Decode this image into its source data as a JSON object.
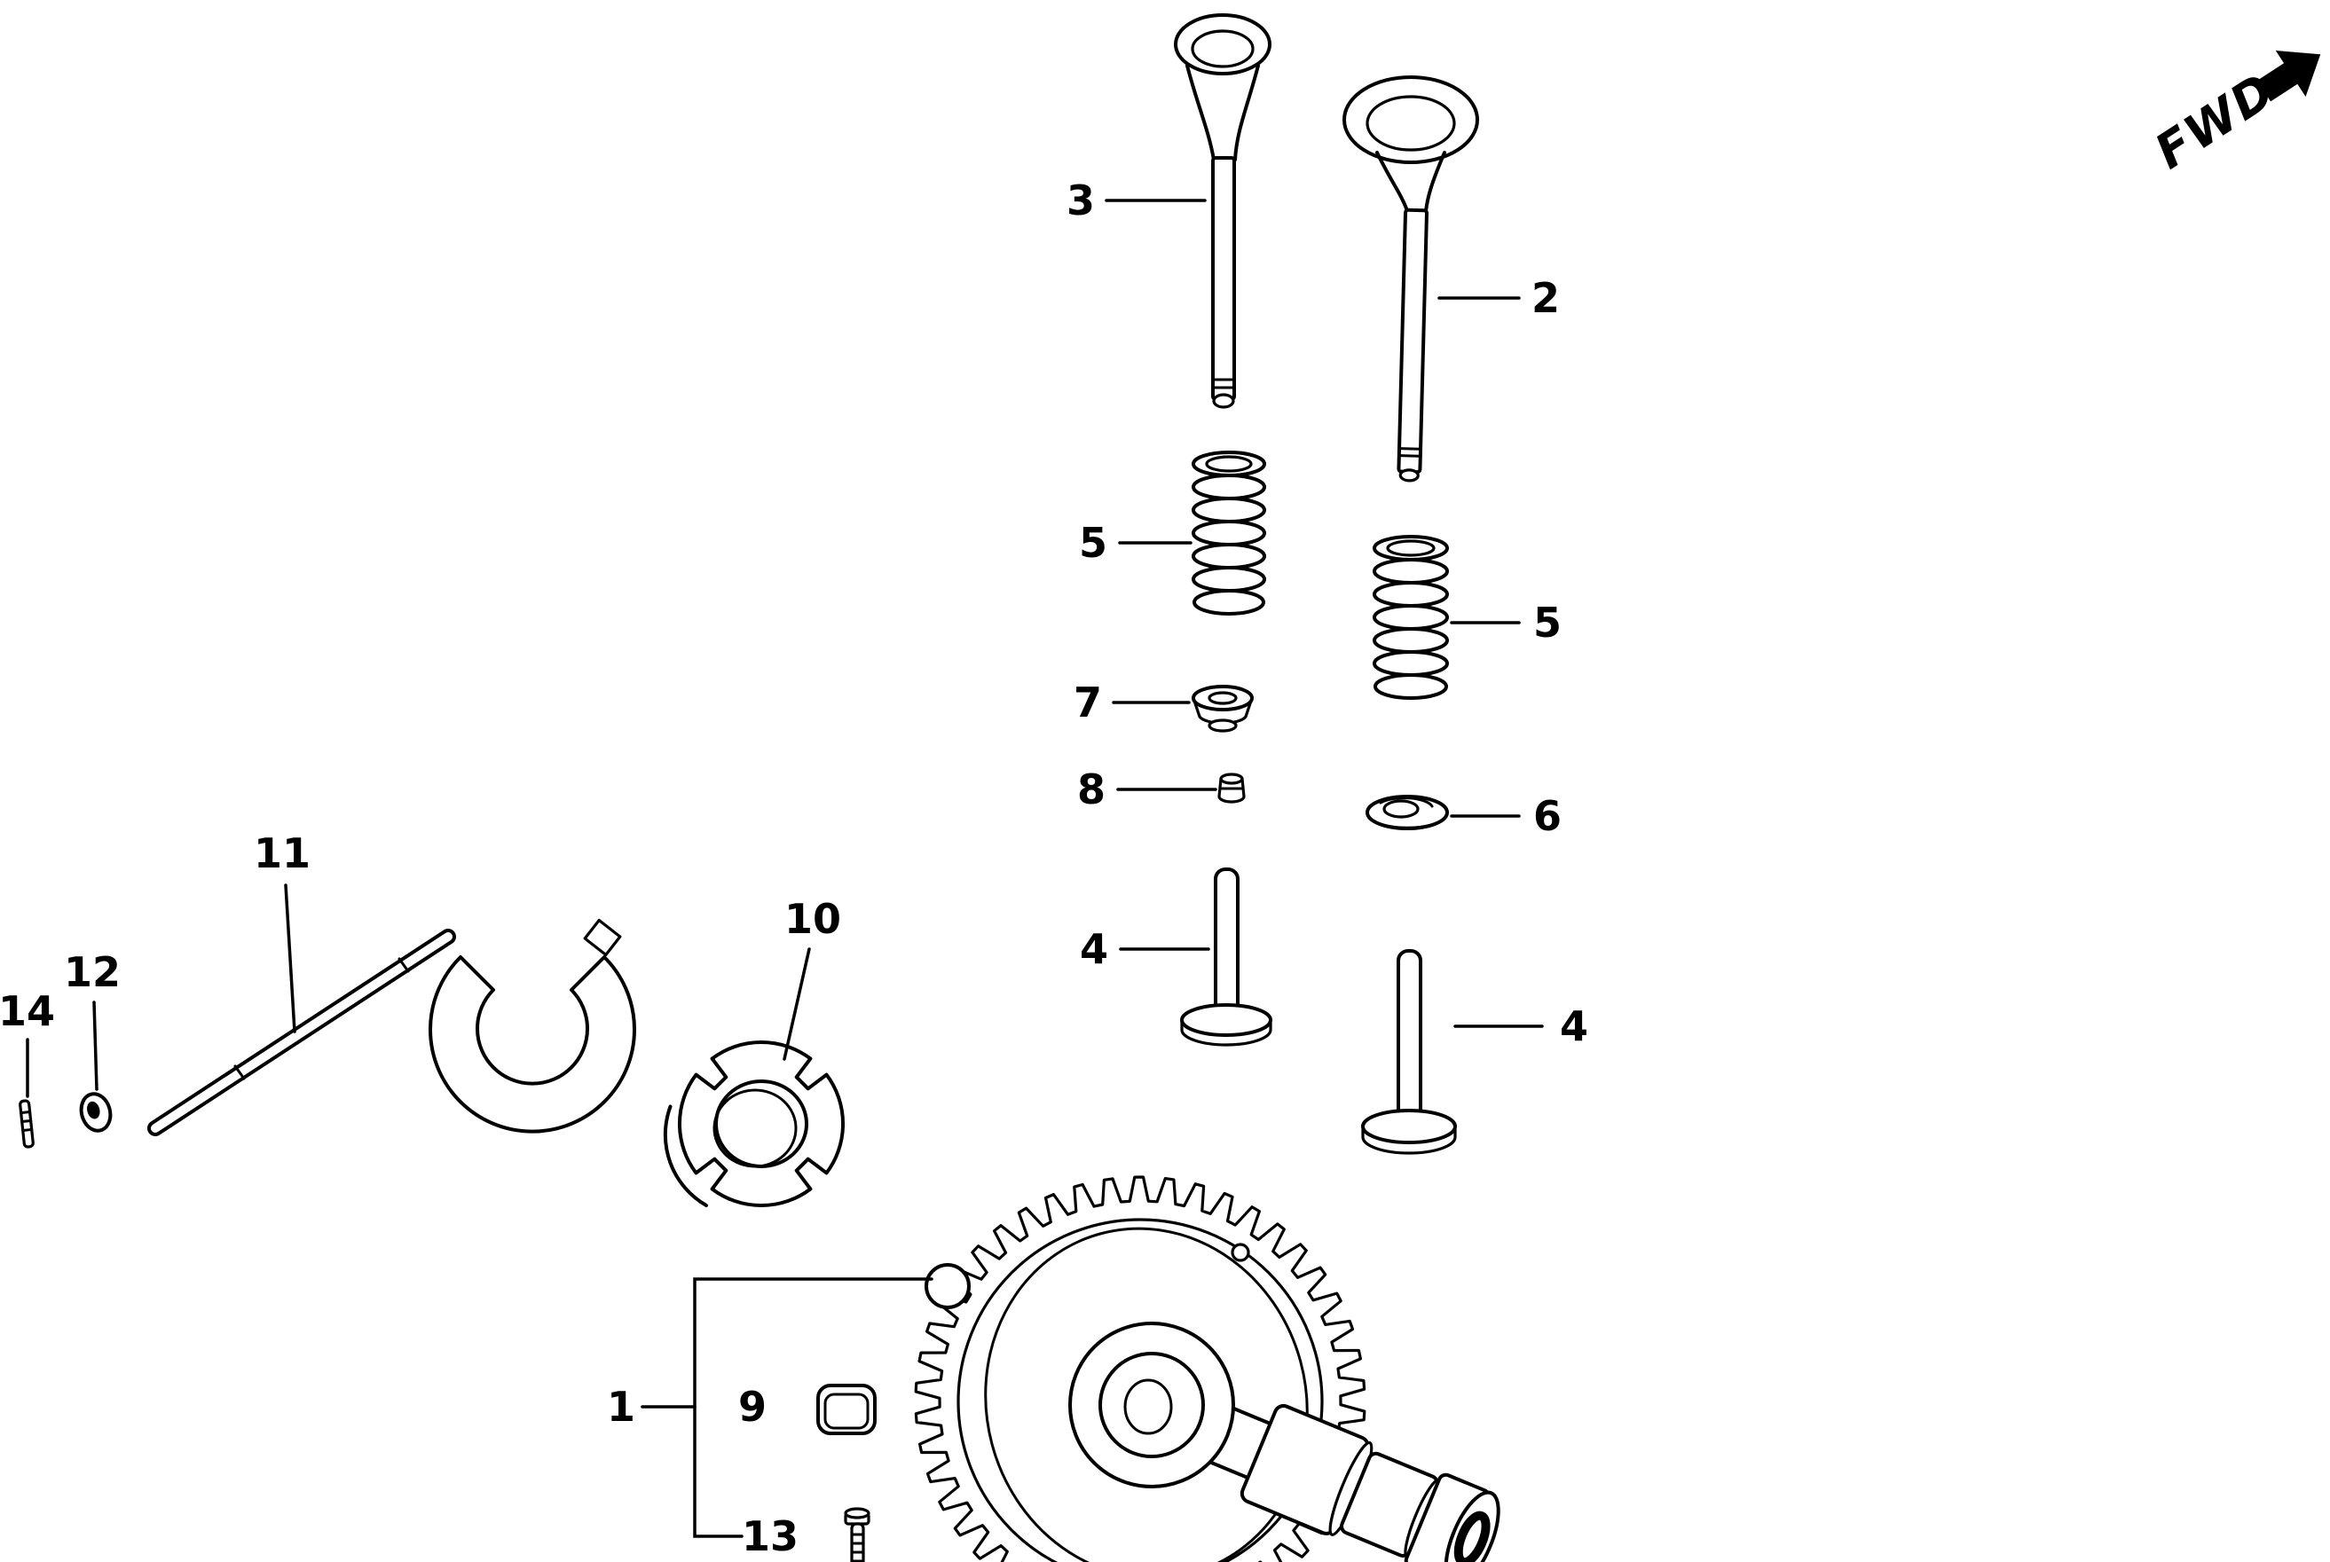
{
  "diagram": {
    "fwd_label": "FWD",
    "colors": {
      "ink": "#000000",
      "paper": "#ffffff"
    },
    "callouts": {
      "c1": {
        "label": "1"
      },
      "c2": {
        "label": "2"
      },
      "c3": {
        "label": "3"
      },
      "c4a": {
        "label": "4"
      },
      "c4b": {
        "label": "4"
      },
      "c5a": {
        "label": "5"
      },
      "c5b": {
        "label": "5"
      },
      "c6": {
        "label": "6"
      },
      "c7": {
        "label": "7"
      },
      "c8": {
        "label": "8"
      },
      "c9": {
        "label": "9"
      },
      "c10": {
        "label": "10"
      },
      "c11": {
        "label": "11"
      },
      "c12": {
        "label": "12"
      },
      "c13": {
        "label": "13"
      },
      "c14": {
        "label": "14"
      }
    }
  }
}
